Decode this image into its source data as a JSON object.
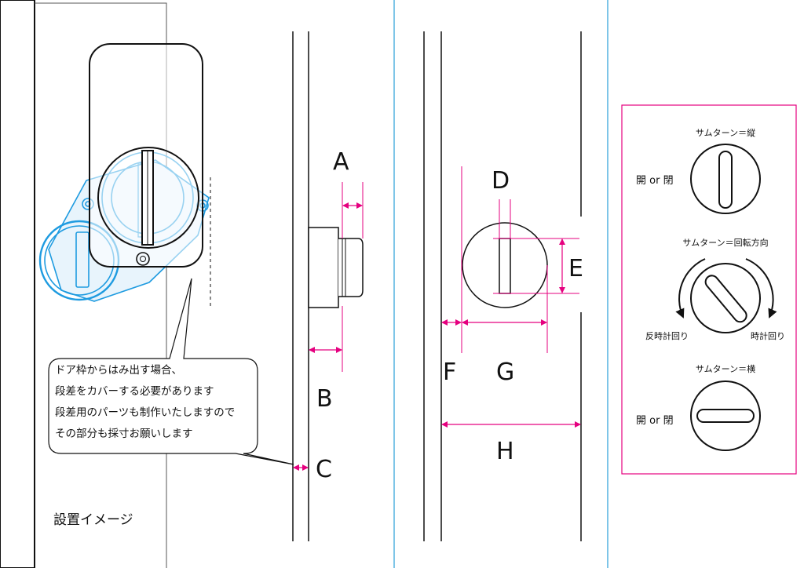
{
  "labels": {
    "A": "A",
    "B": "B",
    "C": "C",
    "D": "D",
    "E": "E",
    "F": "F",
    "G": "G",
    "H": "H"
  },
  "callout": {
    "line1": "ドア枠からはみ出す場合、",
    "line2": "段差をカバーする必要があります",
    "line3": "段差用のパーツも制作いたしますので",
    "line4": "その部分も採寸お願いします"
  },
  "install_image_label": "設置イメージ",
  "legend": {
    "vertical_title": "サムターン＝縦",
    "vertical_side": "開 or 閉",
    "rotation_title": "サムターン＝回転方向",
    "ccw": "反時計回り",
    "cw": "時計回り",
    "horizontal_title": "サムターン＝横",
    "horizontal_side": "開 or 閉"
  },
  "colors": {
    "dimension": "#e5007f",
    "device_outline": "#1e9be0",
    "divider": "#2a9fd8",
    "legend_border": "#e5007f",
    "line": "#111111"
  }
}
